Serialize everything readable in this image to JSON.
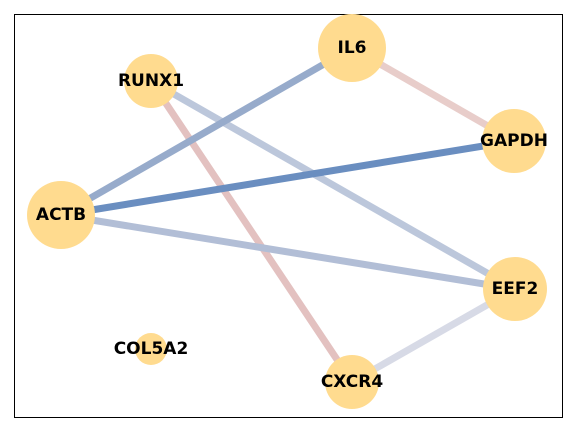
{
  "node_color": "#ffdb8f",
  "nodes": [
    {
      "id": "IL6",
      "label": "IL6"
    },
    {
      "id": "RUNX1",
      "label": "RUNX1"
    },
    {
      "id": "GAPDH",
      "label": "GAPDH"
    },
    {
      "id": "ACTB",
      "label": "ACTB"
    },
    {
      "id": "EEF2",
      "label": "EEF2"
    },
    {
      "id": "COL5A2",
      "label": "COL5A2"
    },
    {
      "id": "CXCR4",
      "label": "CXCR4"
    }
  ],
  "edges": [
    {
      "source": "IL6",
      "target": "GAPDH",
      "color": "#e8cdca"
    },
    {
      "source": "RUNX1",
      "target": "CXCR4",
      "color": "#e3c1c0"
    },
    {
      "source": "RUNX1",
      "target": "EEF2",
      "color": "#bcc7db"
    },
    {
      "source": "ACTB",
      "target": "IL6",
      "color": "#97abcb"
    },
    {
      "source": "ACTB",
      "target": "GAPDH",
      "color": "#6a8ec0"
    },
    {
      "source": "ACTB",
      "target": "EEF2",
      "color": "#b2bed6"
    },
    {
      "source": "CXCR4",
      "target": "EEF2",
      "color": "#d7dae6"
    }
  ]
}
